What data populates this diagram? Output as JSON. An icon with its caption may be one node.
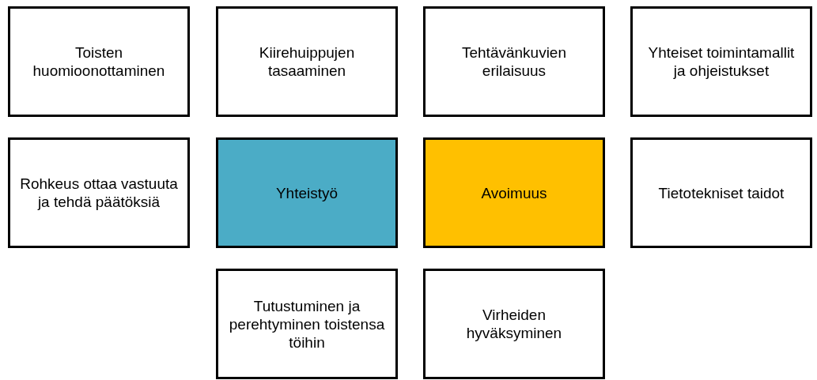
{
  "diagram": {
    "nodes": [
      {
        "text": [
          "Toisten huomioonottaminen"
        ]
      },
      {
        "text": [
          "Kiirehuippujen tasaaminen"
        ]
      },
      {
        "text": [
          "Tehtävänkuvien erilaisuus"
        ]
      },
      {
        "text": [
          "Yhteiset toimintamallit ja ohjeistukset"
        ]
      },
      {
        "text": [
          "Rohkeus ottaa vastuuta ja tehdä päätöksiä"
        ]
      },
      {
        "text": [
          "Yhteistyö"
        ]
      },
      {
        "text": [
          "Avoimuus"
        ]
      },
      {
        "text": [
          "Tietotekniset taidot"
        ]
      },
      {
        "text": [
          "Tutustuminen ja perehtyminen toistensa töihin"
        ]
      },
      {
        "text": [
          "Virheiden hyväksyminen"
        ]
      }
    ]
  }
}
